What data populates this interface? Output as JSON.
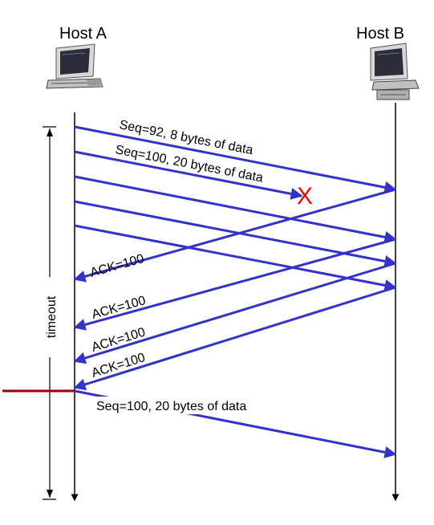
{
  "hosts": {
    "a": {
      "label": "Host A"
    },
    "b": {
      "label": "Host B"
    }
  },
  "timeout_label": "timeout",
  "loss_mark": "X",
  "colors": {
    "arrow": "#3333cc",
    "timeline": "#000000",
    "loss": "#ff0000",
    "timeout_marker": "#990000"
  },
  "messages": {
    "seq92": "Seq=92, 8 bytes of data",
    "seq100": "Seq=100, 20 bytes of data",
    "ack1": "ACK=100",
    "ack2": "ACK=100",
    "ack3": "ACK=100",
    "ack4": "ACK=100",
    "retransmit": "Seq=100, 20 bytes of data"
  }
}
